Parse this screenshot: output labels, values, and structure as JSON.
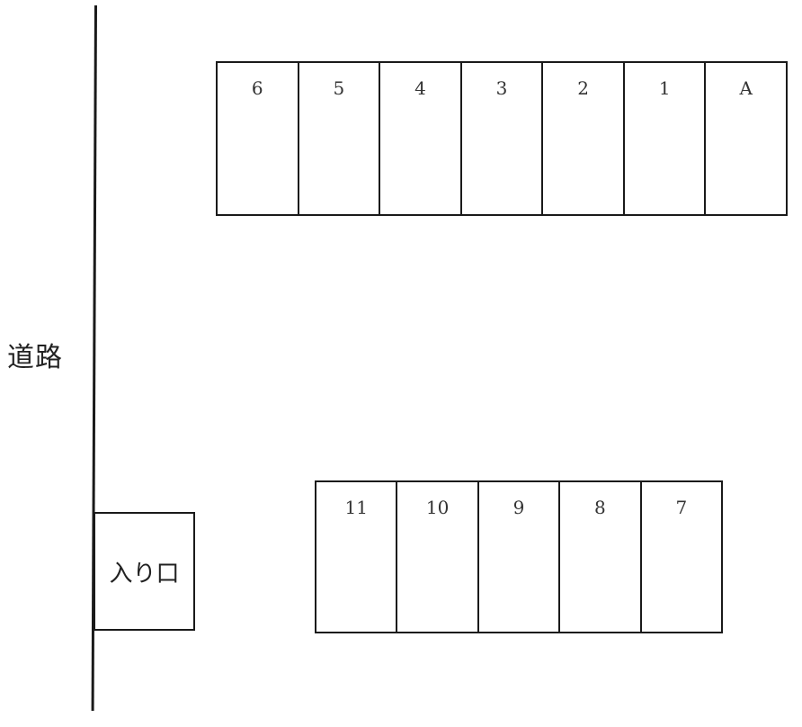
{
  "road": {
    "label": "道路"
  },
  "entrance": {
    "label": "入り口"
  },
  "top_row": {
    "spaces": [
      "6",
      "5",
      "4",
      "3",
      "2",
      "1",
      "A"
    ]
  },
  "bottom_row": {
    "spaces": [
      "11",
      "10",
      "9",
      "8",
      "7"
    ]
  },
  "colors": {
    "line": "#1a1a1a",
    "background": "#ffffff"
  }
}
